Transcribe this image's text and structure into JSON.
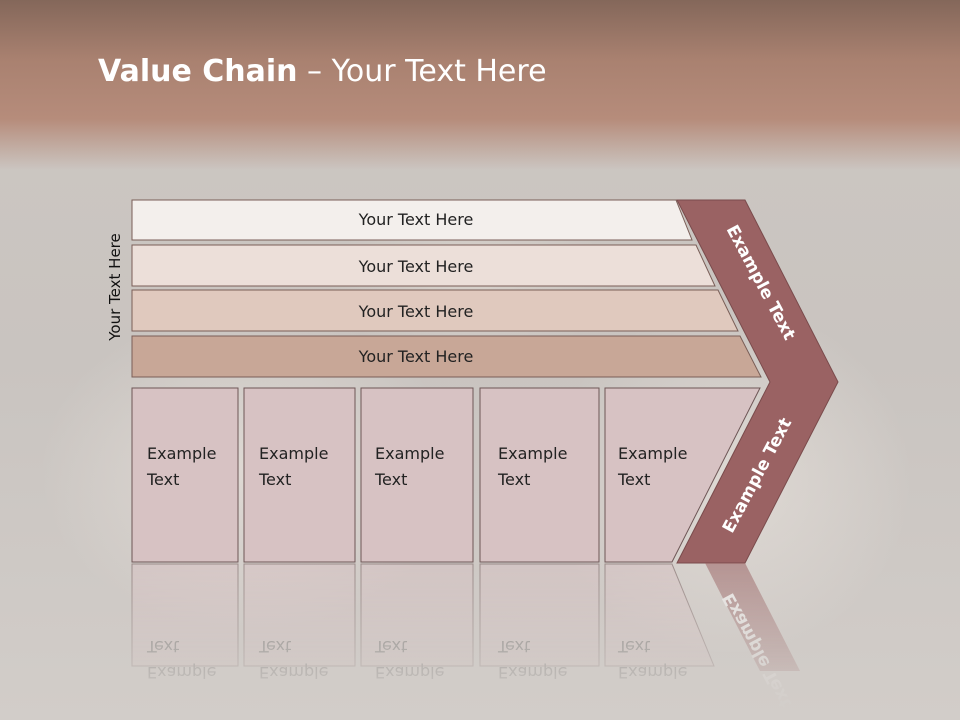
{
  "title": {
    "bold": "Value Chain",
    "rest": " – Your Text Here"
  },
  "side_label": "Your Text Here",
  "rows": [
    {
      "label": "Your Text Here",
      "fill": "#f3efec"
    },
    {
      "label": "Your Text Here",
      "fill": "#ecdfd9"
    },
    {
      "label": "Your Text Here",
      "fill": "#e0c9be"
    },
    {
      "label": "Your Text Here",
      "fill": "#c8a797"
    }
  ],
  "boxes": [
    {
      "line1": "Example",
      "line2": "Text"
    },
    {
      "line1": "Example",
      "line2": "Text"
    },
    {
      "line1": "Example",
      "line2": "Text"
    },
    {
      "line1": "Example",
      "line2": "Text"
    },
    {
      "line1": "Example",
      "line2": "Text"
    }
  ],
  "chevron": {
    "upper": "Example Text",
    "lower": "Example Text",
    "fill": "#9a6263"
  },
  "colors": {
    "box_fill": "#d7c2c3",
    "box_stroke": "#6e5656",
    "row_stroke": "#7a5e57"
  }
}
